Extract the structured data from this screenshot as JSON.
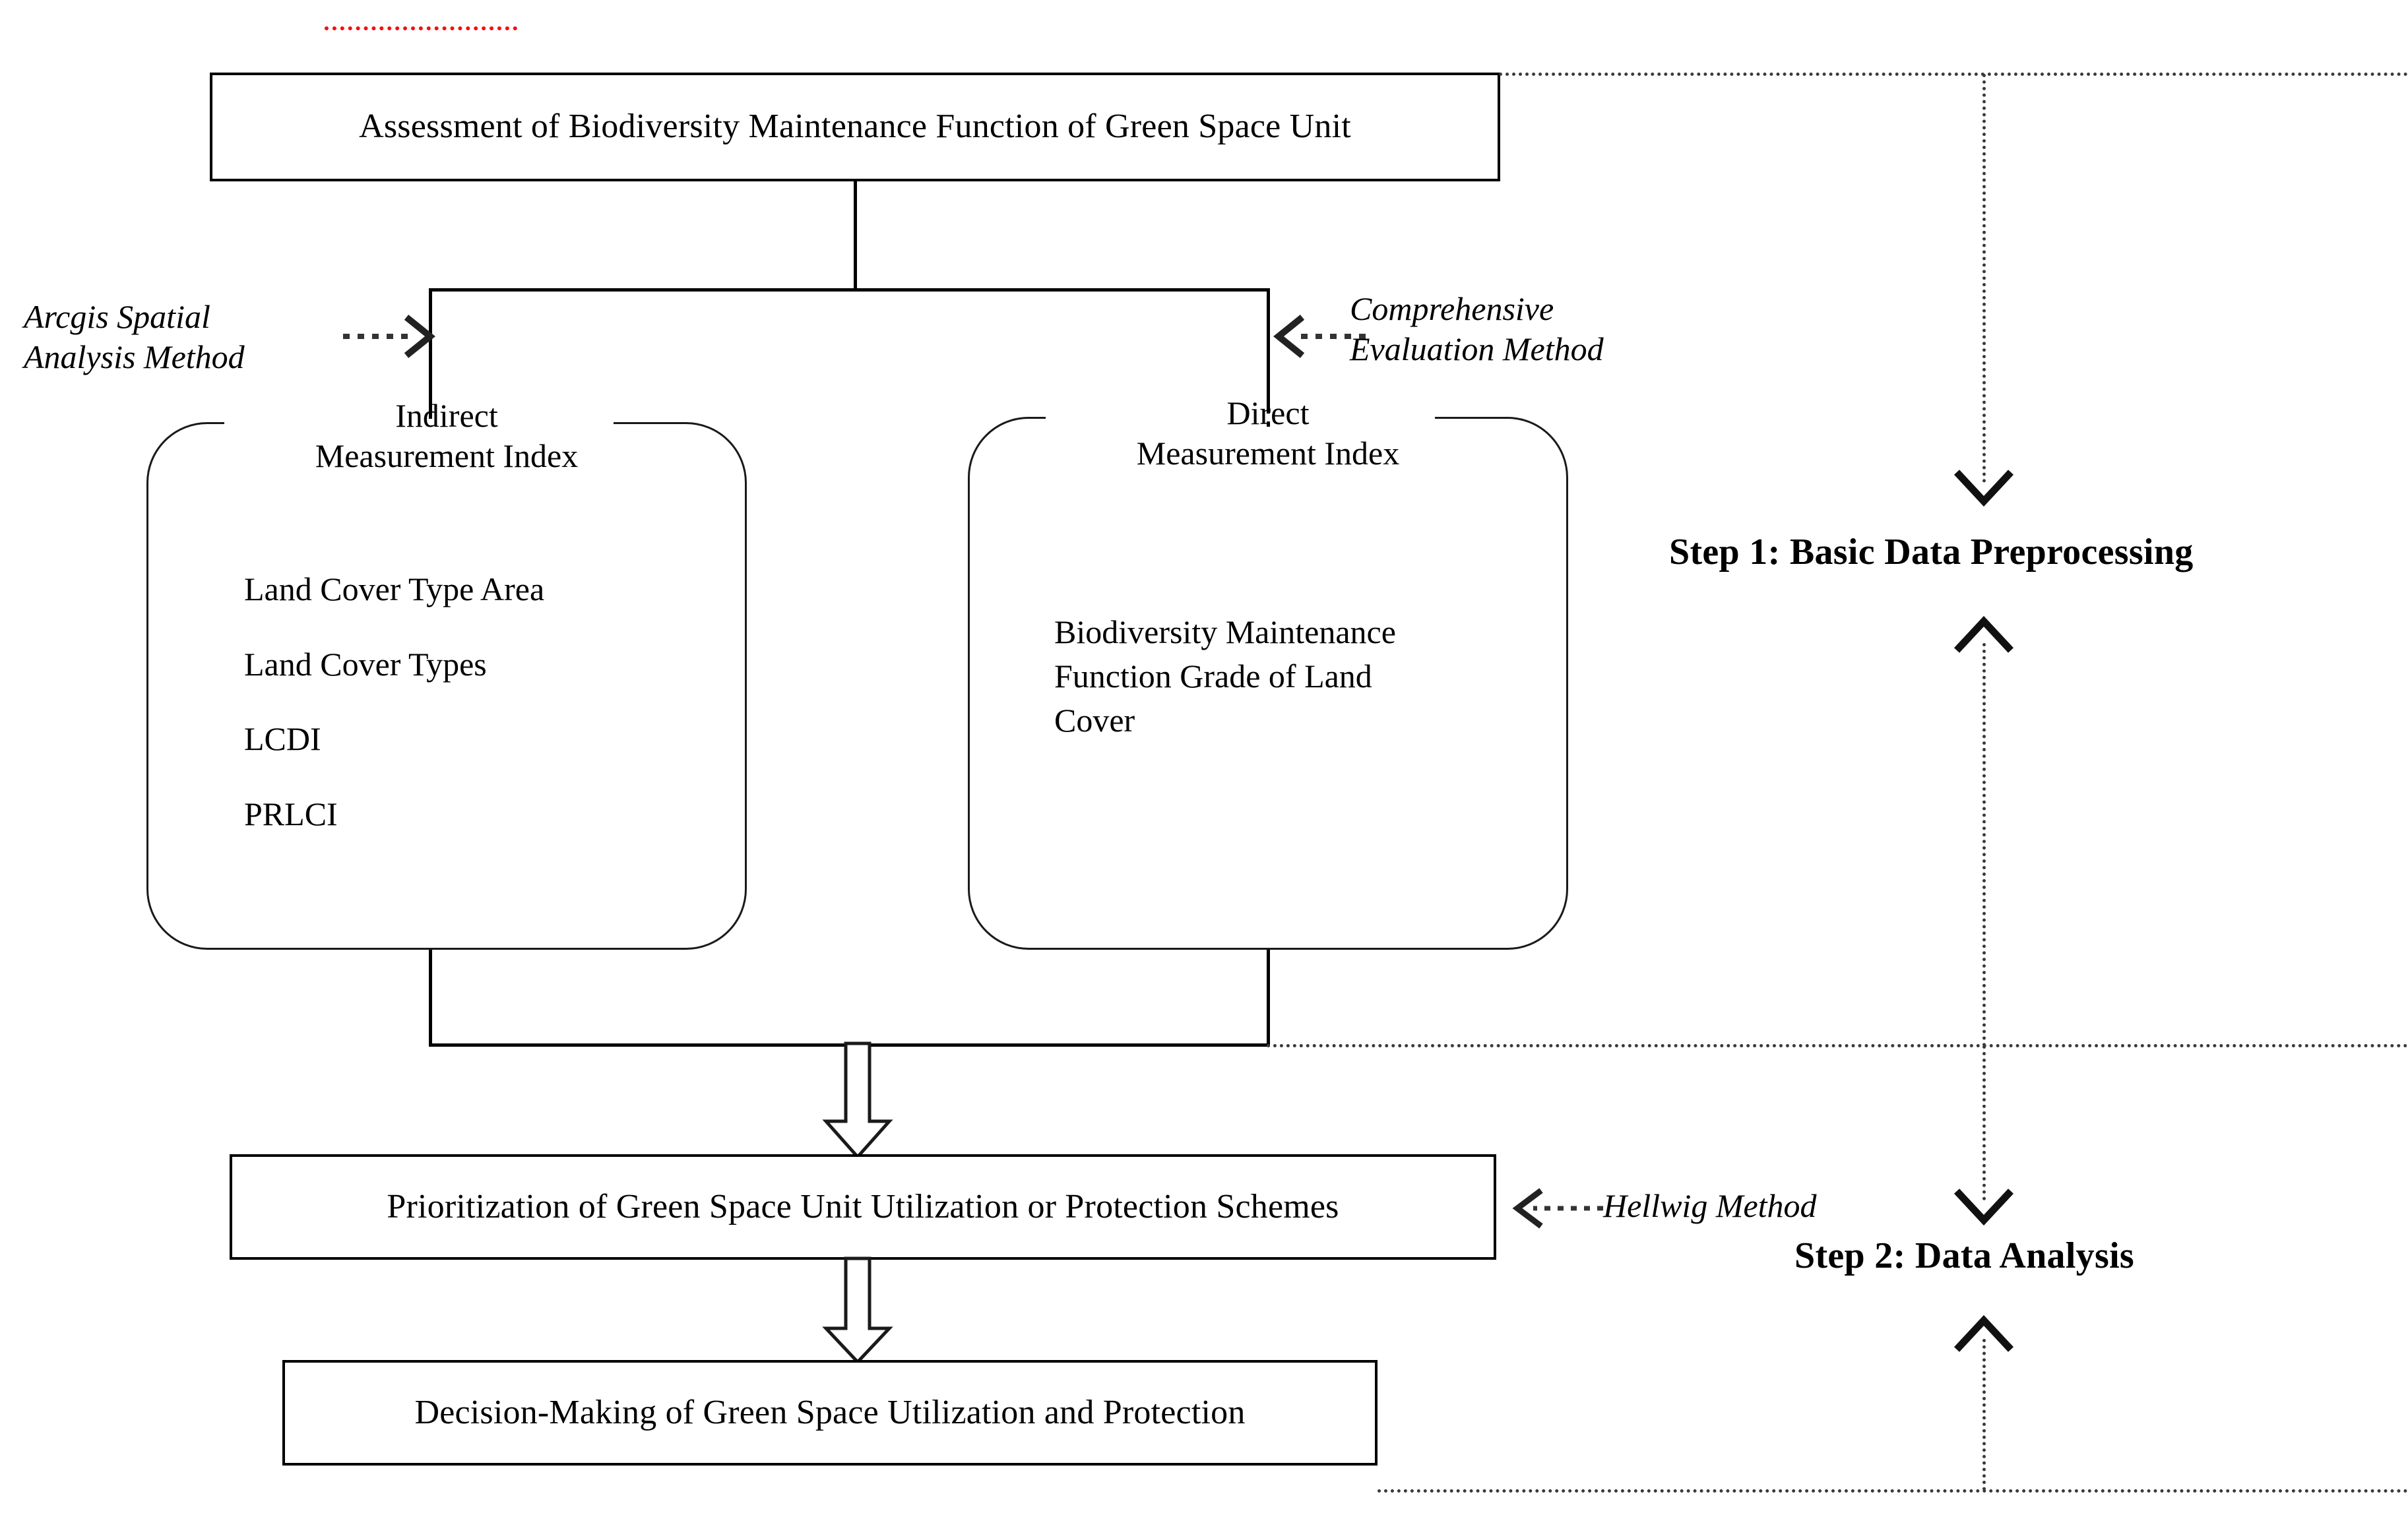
{
  "diagram": {
    "title_box": {
      "label": "Assessment of Biodiversity Maintenance Function of Green Space Unit"
    },
    "methods": {
      "left": {
        "line1": "Arcgis Spatial",
        "line2": "Analysis Method"
      },
      "right": {
        "line1": "Comprehensive",
        "line2": "Evaluation Method"
      },
      "hellwig": "Hellwig Method"
    },
    "indirect_box": {
      "title_line1": "Indirect",
      "title_line2": "Measurement Index",
      "items": [
        "Land Cover Type Area",
        "Land Cover Types",
        "LCDI",
        "PRLCI"
      ]
    },
    "direct_box": {
      "title_line1": "Direct",
      "title_line2": "Measurement Index",
      "items": [
        "Biodiversity Maintenance",
        "Function Grade of Land",
        "Cover"
      ]
    },
    "prioritization_box": {
      "label": "Prioritization of Green Space Unit Utilization or Protection Schemes"
    },
    "decision_box": {
      "label": "Decision-Making of Green Space Utilization and Protection"
    },
    "steps": [
      {
        "label": "Step 1: Basic Data Preprocessing"
      },
      {
        "label": "Step 2: Data Analysis"
      }
    ],
    "colors": {
      "line": "#000000",
      "dotted_guide": "#3a3a3a",
      "accent_red": "#ee1111",
      "background": "#ffffff"
    }
  }
}
